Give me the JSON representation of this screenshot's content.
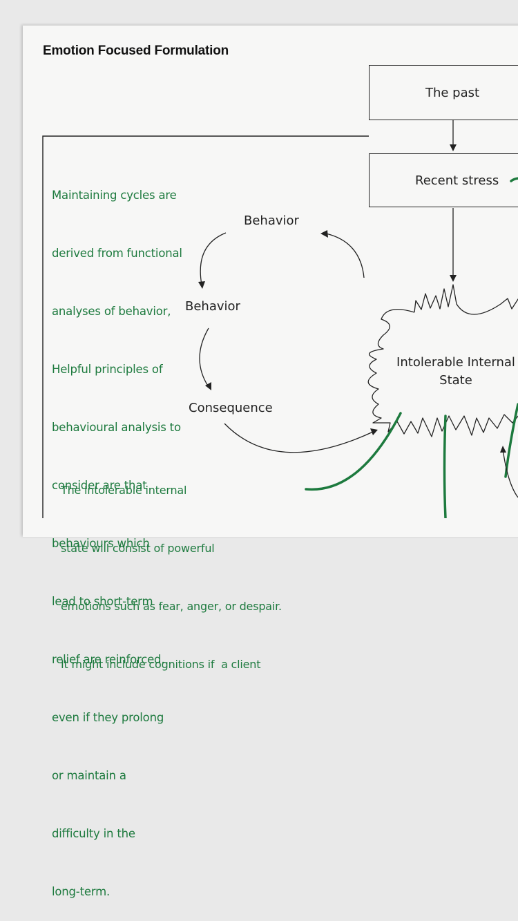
{
  "title": "Emotion Focused Formulation",
  "boxes": {
    "past": "The past",
    "recent_stress": "Recent stress"
  },
  "cycle": {
    "behavior_1": "Behavior",
    "behavior_2": "Behavior",
    "consequence": "Consequence"
  },
  "internal_state": {
    "line1": "Intolerable Internal",
    "line2": "State"
  },
  "notes": {
    "maintaining": [
      "Maintaining cycles are",
      "derived from functional",
      "analyses of behavior,",
      "Helpful principles of",
      "behavioural analysis to",
      "consider are that",
      "behaviours which",
      "lead to short-term",
      "relief are reinforced,",
      "even if they prolong",
      "or maintain a",
      "difficulty in the",
      "long-term."
    ],
    "intolerable": [
      "The intolerable internal",
      "state will consist of powerful",
      "emotions such as fear, anger, or despair.",
      "It might include cognitions if  a client"
    ]
  },
  "colors": {
    "ink": "#222222",
    "handwriting": "#1d7a3e",
    "paper": "#f7f7f6"
  }
}
